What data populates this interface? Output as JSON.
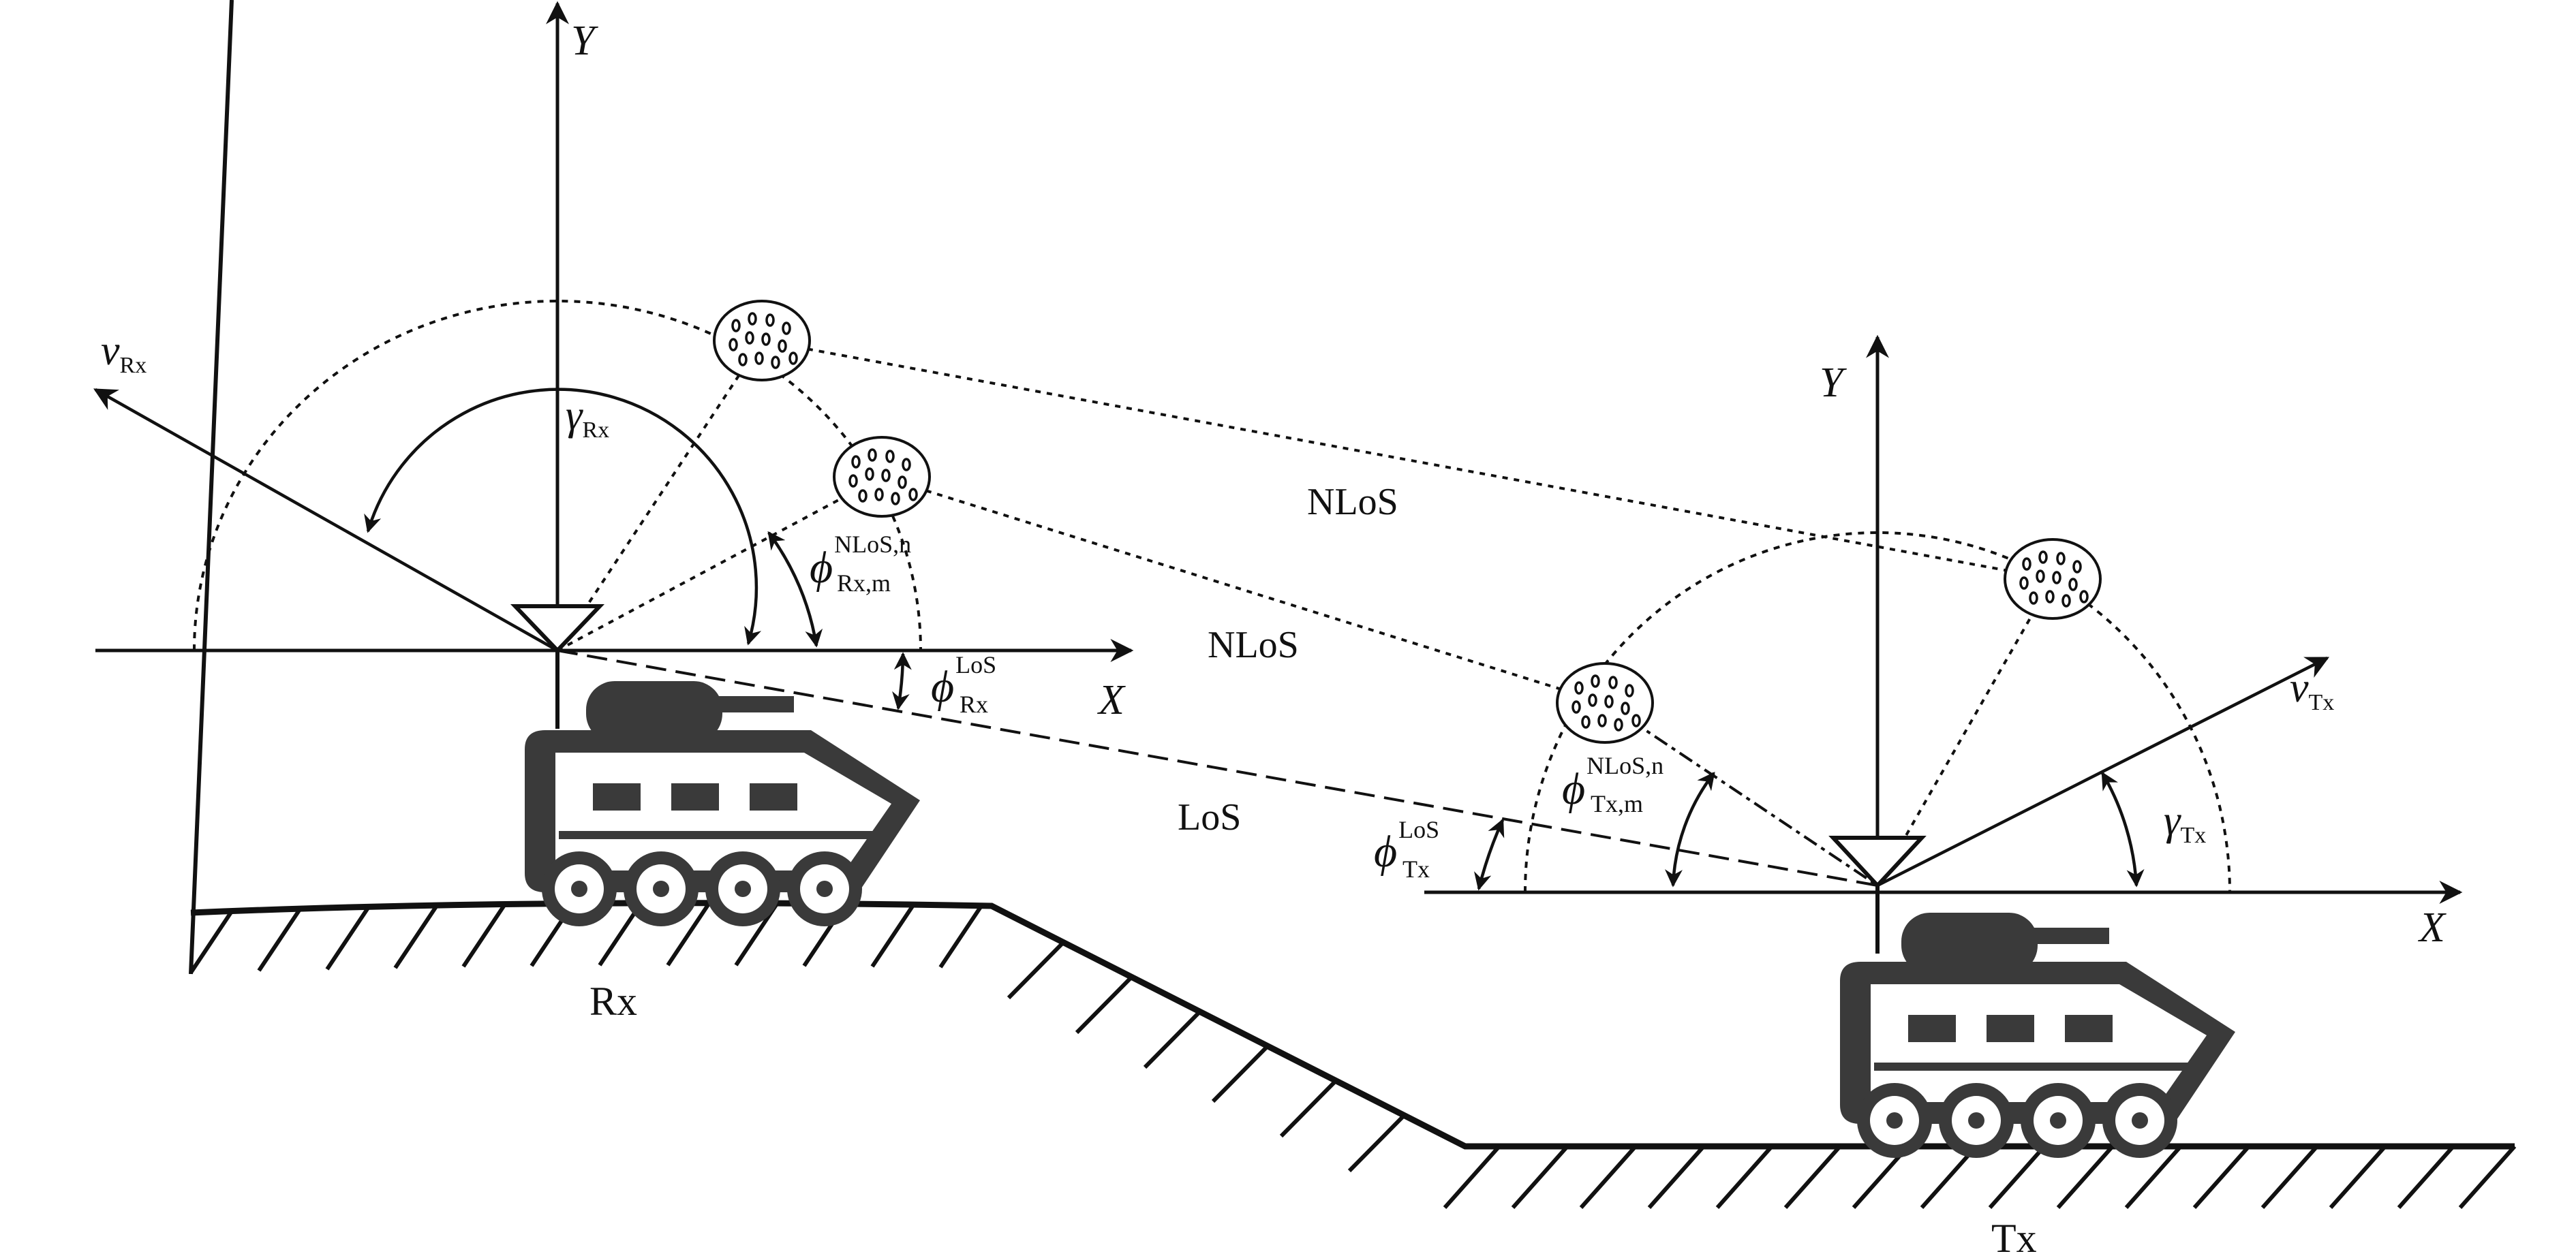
{
  "labels": {
    "rx_axis_y": "Y",
    "rx_axis_x": "X",
    "tx_axis_y": "Y",
    "tx_axis_x": "X",
    "v_rx_main": "v",
    "v_rx_sub": "Rx",
    "v_tx_main": "v",
    "v_tx_sub": "Tx",
    "gamma_rx_main": "γ",
    "gamma_rx_sub": "Rx",
    "gamma_tx_main": "γ",
    "gamma_tx_sub": "Tx",
    "phi_rx_nlos_main": "ϕ",
    "phi_rx_nlos_sup": "NLoS,n",
    "phi_rx_nlos_sub": "Rx,m",
    "phi_tx_nlos_main": "ϕ",
    "phi_tx_nlos_sup": "NLoS,n",
    "phi_tx_nlos_sub": "Tx,m",
    "phi_rx_los_main": "ϕ",
    "phi_rx_los_sup": "LoS",
    "phi_rx_los_sub": "Rx",
    "phi_tx_los_main": "ϕ",
    "phi_tx_los_sup": "LoS",
    "phi_tx_los_sub": "Tx",
    "nlos_upper": "NLoS",
    "nlos_lower": "NLoS",
    "los": "LoS",
    "rx": "Rx",
    "tx": "Tx"
  },
  "colors": {
    "line": "#111111",
    "vehicle": "#3a3a3a"
  },
  "icons": {
    "vehicle": "armored-vehicle-icon",
    "antenna": "antenna-icon",
    "scatterer": "scatterer-cluster-icon"
  }
}
